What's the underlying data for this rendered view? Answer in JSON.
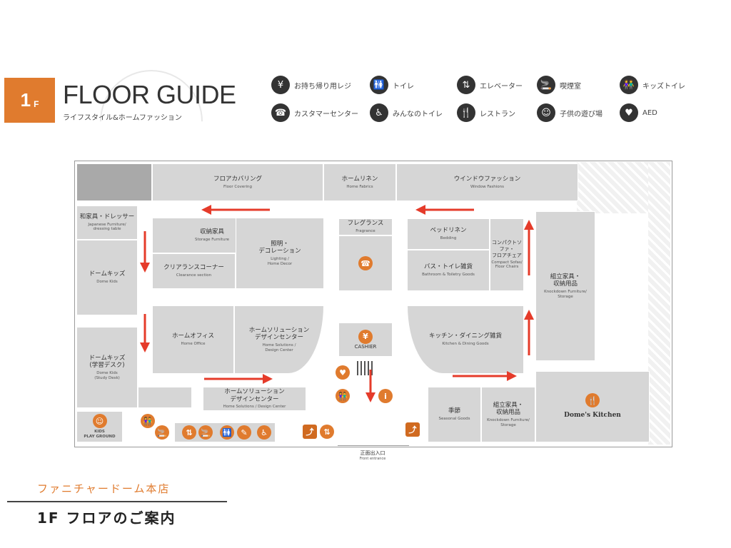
{
  "header": {
    "floor_number": "1",
    "floor_unit": "F",
    "title": "FLOOR GUIDE",
    "subtitle": "ライフスタイル&ホームファッション"
  },
  "legend": [
    {
      "icon": "yen-icon",
      "glyph": "¥",
      "label": "お持ち帰り用レジ"
    },
    {
      "icon": "restroom-icon",
      "glyph": "🚻",
      "label": "トイレ"
    },
    {
      "icon": "elevator-icon",
      "glyph": "⇅",
      "label": "エレベーター"
    },
    {
      "icon": "smoking-icon",
      "glyph": "🚬",
      "label": "喫煙室"
    },
    {
      "icon": "kids-restroom-icon",
      "glyph": "👫",
      "label": "キッズトイレ"
    },
    {
      "icon": "customer-center-icon",
      "glyph": "☎",
      "label": "カスタマーセンター"
    },
    {
      "icon": "accessible-restroom-icon",
      "glyph": "♿",
      "label": "みんなのトイレ"
    },
    {
      "icon": "restaurant-icon",
      "glyph": "🍴",
      "label": "レストラン"
    },
    {
      "icon": "playground-icon",
      "glyph": "☺",
      "label": "子供の遊び場"
    },
    {
      "icon": "aed-icon",
      "glyph": "♥",
      "label": "AED"
    }
  ],
  "zones": {
    "floor_covering": {
      "jp": "フロアカバリング",
      "en": "Floor Covering"
    },
    "home_fabrics": {
      "jp": "ホームリネン",
      "en": "Home Fabrics"
    },
    "window_fashions": {
      "jp": "ウインドウファッション",
      "en": "Window Fashions"
    },
    "japanese_furniture": {
      "jp": "和家具・ドレッサー",
      "en": "Japanese Furniture/\ndressing table"
    },
    "storage_furniture": {
      "jp": "収納家具",
      "en": "Storage Furniture"
    },
    "clearance": {
      "jp": "クリアランスコーナー",
      "en": "Clearance section"
    },
    "lighting": {
      "jp": "照明・\nデコレーション",
      "en": "Lighting /\nHome Decor"
    },
    "fragrance": {
      "jp": "フレグランス",
      "en": "Fragrance"
    },
    "bedding": {
      "jp": "ベッドリネン",
      "en": "Bedding"
    },
    "compact_sofas": {
      "jp": "コンパクトソファ・\nフロアチェア",
      "en": "Compact Sofas/\nFloor Chairs"
    },
    "bathroom": {
      "jp": "バス・トイレ雑貨",
      "en": "Bathroom & Toiletry Goods"
    },
    "dome_kids": {
      "jp": "ドームキッズ",
      "en": "Dome Kids"
    },
    "knockdown_storage_1": {
      "jp": "組立家具・\n収納用品",
      "en": "Knockdown Furniture/\nStorage"
    },
    "home_office": {
      "jp": "ホームオフィス",
      "en": "Home Office"
    },
    "home_solutions_1": {
      "jp": "ホームソリューション\nデザインセンター",
      "en": "Home Solutions /\nDesign Center"
    },
    "cashier": {
      "jp": "CASHIER"
    },
    "kitchen_dining": {
      "jp": "キッチン・ダイニング雑貨",
      "en": "Kitchen & Dining Goods"
    },
    "dome_kids_study": {
      "jp": "ドームキッズ\n(学習デスク)",
      "en": "Dome Kids\n(Study Desk)"
    },
    "home_solutions_2": {
      "jp": "ホームソリューション\nデザインセンター",
      "en": "Home Solutions / Design Center"
    },
    "seasonal": {
      "jp": "季節",
      "en": "Seasonal Goods"
    },
    "knockdown_storage_2": {
      "jp": "組立家具・\n収納用品",
      "en": "Knockdown Furniture/\nStorage"
    },
    "domes_kitchen": {
      "jp": "Dome's Kitchen"
    },
    "kids_playground": {
      "jp": "KIDS\nPLAY GROUND"
    }
  },
  "entrance": {
    "jp": "正面出入口",
    "en": "Front entrance"
  },
  "footer": {
    "store_name": "ファニチャードーム本店",
    "floor_title": "1F フロアのご案内"
  },
  "colors": {
    "accent": "#E07B2E",
    "zone": "#d6d6d6",
    "arrow": "#E53B2A"
  }
}
